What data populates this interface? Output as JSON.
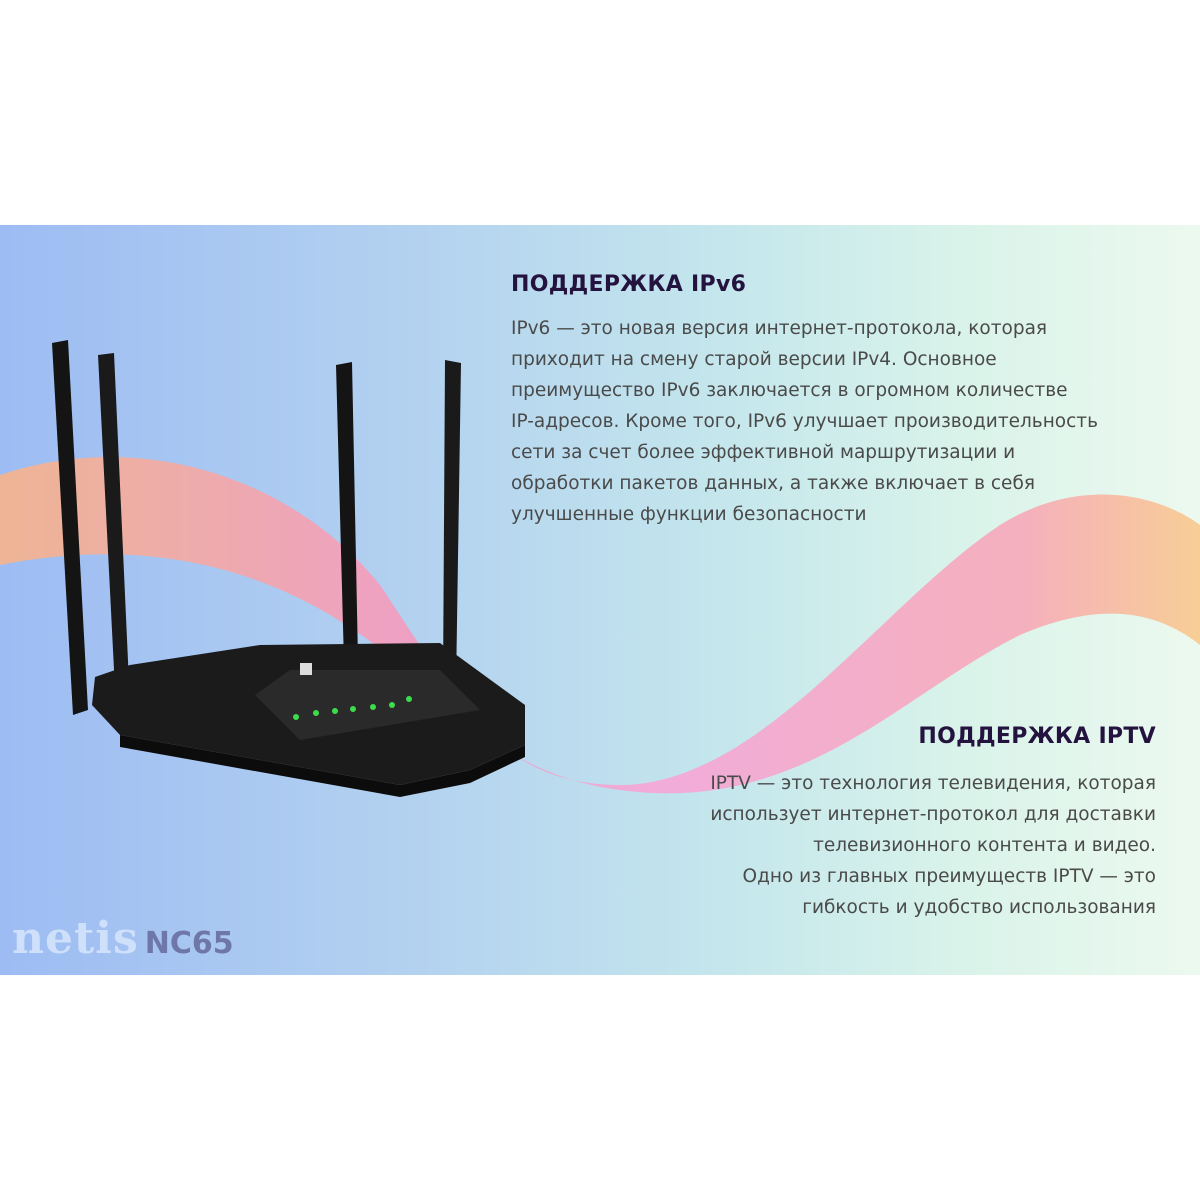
{
  "ipv6": {
    "heading": "ПОДДЕРЖКА IPv6",
    "lines": [
      "IPv6 — это новая версия интернет-протокола, которая",
      "приходит на смену старой версии IPv4. Основное",
      "преимущество IPv6 заключается в огромном количестве",
      "IP-адресов. Кроме того, IPv6 улучшает производительность",
      "сети за счет более эффективной маршрутизации и",
      "обработки пакетов данных, а также включает в себя",
      "улучшенные функции безопасности"
    ]
  },
  "iptv": {
    "heading": "ПОДДЕРЖКА IPTV",
    "lines": [
      "IPTV — это технология телевидения, которая",
      "использует интернет-протокол для доставки",
      "телевизионного контента и видео.",
      "Одно из главных преимуществ IPTV — это",
      "гибкость и удобство использования"
    ]
  },
  "logo": {
    "brand": "netis",
    "model": "NC65"
  },
  "colors": {
    "heading": "#24133f",
    "ribbon_start": "#f7b48a",
    "ribbon_mid": "#f7a6d0",
    "ribbon_end": "#f9c98c",
    "led": "#3ddc4a"
  }
}
